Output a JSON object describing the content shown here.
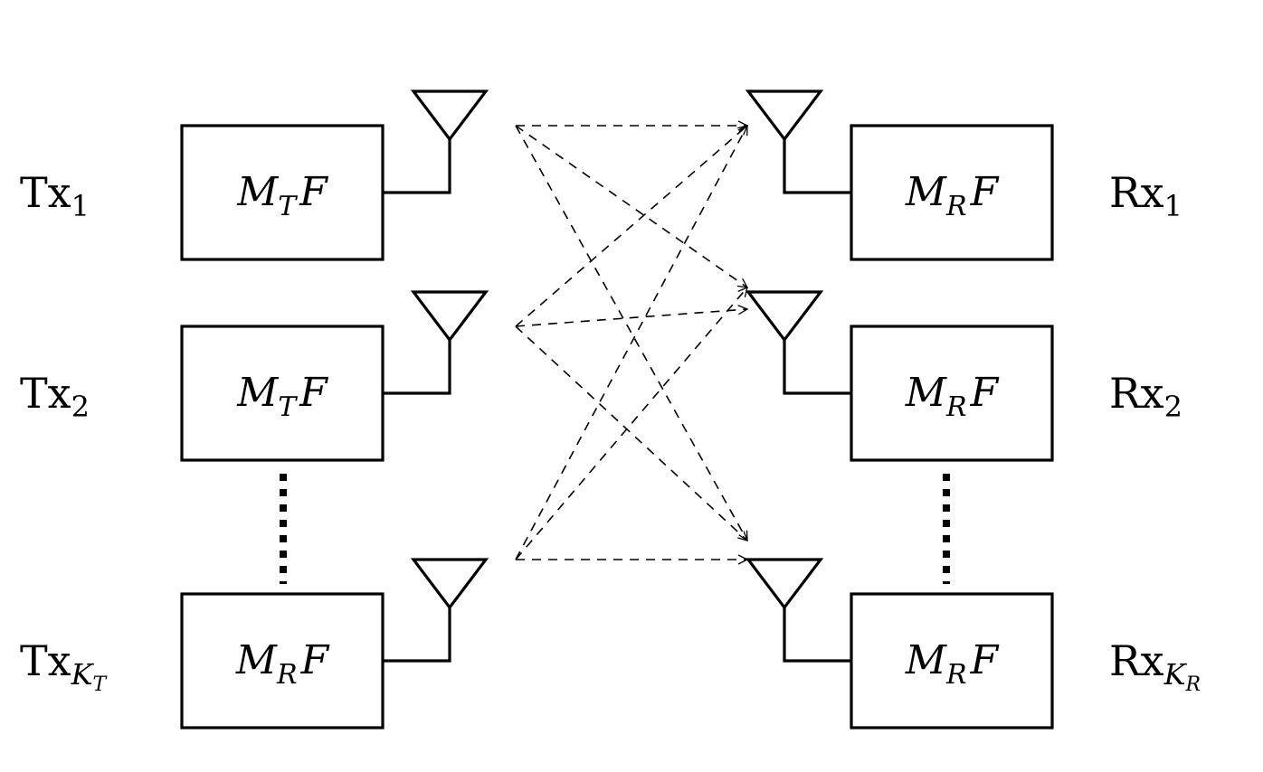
{
  "transmitters": [
    {
      "label_main": "Tx",
      "label_sub": "1",
      "box_M": "M",
      "box_M_sub": "T",
      "box_F": "F"
    },
    {
      "label_main": "Tx",
      "label_sub": "2",
      "box_M": "M",
      "box_M_sub": "T",
      "box_F": "F"
    },
    {
      "label_main": "Tx",
      "label_sub": "K",
      "label_subsub": "T",
      "box_M": "M",
      "box_M_sub": "R",
      "box_F": "F"
    }
  ],
  "receivers": [
    {
      "label_main": "Rx",
      "label_sub": "1",
      "box_M": "M",
      "box_M_sub": "R",
      "box_F": "F"
    },
    {
      "label_main": "Rx",
      "label_sub": "2",
      "box_M": "M",
      "box_M_sub": "R",
      "box_F": "F"
    },
    {
      "label_main": "Rx",
      "label_sub": "K",
      "label_subsub": "R",
      "box_M": "M",
      "box_M_sub": "R",
      "box_F": "F"
    }
  ],
  "links": [
    {
      "from": 0,
      "to": 0
    },
    {
      "from": 0,
      "to": 1
    },
    {
      "from": 0,
      "to": 2
    },
    {
      "from": 1,
      "to": 0
    },
    {
      "from": 1,
      "to": 1
    },
    {
      "from": 1,
      "to": 2
    },
    {
      "from": 2,
      "to": 0
    },
    {
      "from": 2,
      "to": 1
    },
    {
      "from": 2,
      "to": 2
    }
  ]
}
